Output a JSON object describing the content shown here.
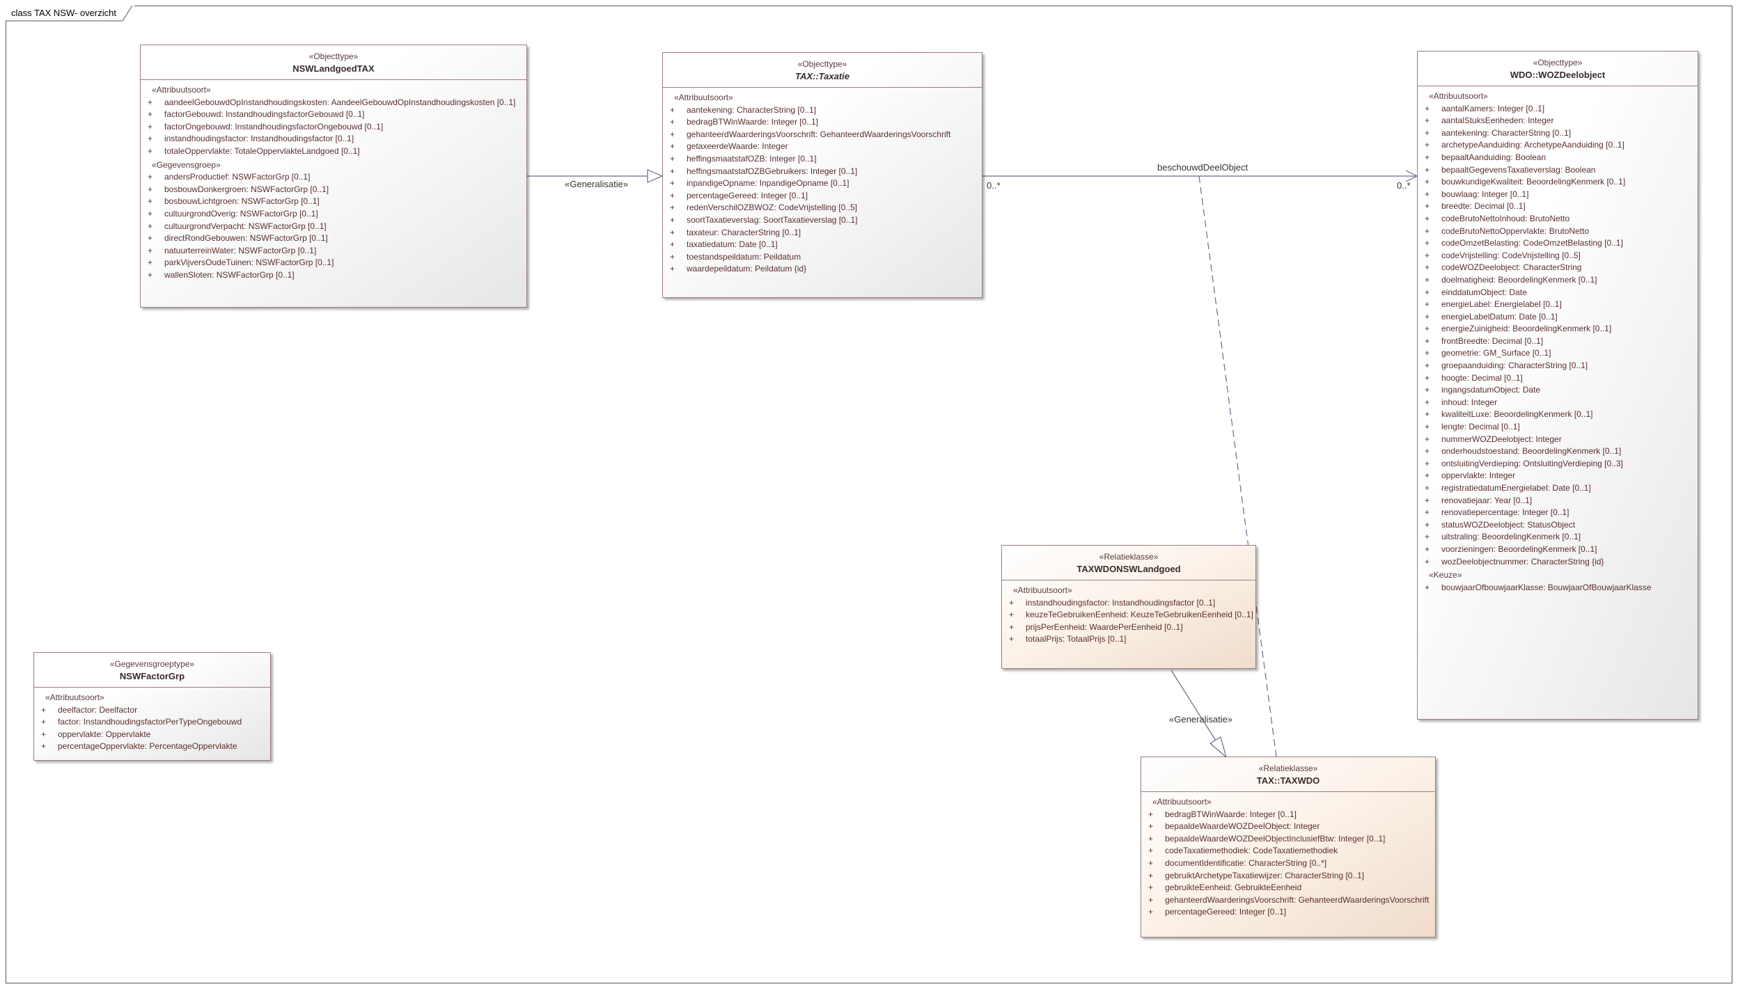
{
  "diagram": {
    "title": "class TAX NSW- overzicht"
  },
  "classes": {
    "nswlandgoedtax": {
      "stereotype": "«Objecttype»",
      "name": "NSWLandgoedTAX",
      "sections": [
        {
          "title": "«Attribuutsoort»",
          "items": [
            "aandeelGebouwdOpInstandhoudingskosten: AandeelGebouwdOpInstandhoudingskosten [0..1]",
            "factorGebouwd: InstandhoudingsfactorGebouwd [0..1]",
            "factorOngebouwd: InstandhoudingsfactorOngebouwd [0..1]",
            "instandhoudingsfactor: Instandhoudingsfactor [0..1]",
            "totaleOppervlakte: TotaleOppervlakteLandgoed [0..1]"
          ]
        },
        {
          "title": "«Gegevensgroep»",
          "items": [
            "andersProductief: NSWFactorGrp [0..1]",
            "bosbouwDonkergroen: NSWFactorGrp [0..1]",
            "bosbouwLichtgroen: NSWFactorGrp [0..1]",
            "cultuurgrondOverig: NSWFactorGrp [0..1]",
            "cultuurgrondVerpacht: NSWFactorGrp [0..1]",
            "directRondGebouwen: NSWFactorGrp [0..1]",
            "natuurterreinWater: NSWFactorGrp [0..1]",
            "parkVijversOudeTuinen: NSWFactorGrp [0..1]",
            "wallenSloten: NSWFactorGrp [0..1]"
          ]
        }
      ]
    },
    "taxatie": {
      "stereotype": "«Objecttype»",
      "name": "TAX::Taxatie",
      "sections": [
        {
          "title": "«Attribuutsoort»",
          "items": [
            "aantekening: CharacterString [0..1]",
            "bedragBTWinWaarde: Integer [0..1]",
            "gehanteerdWaarderingsVoorschrift: GehanteerdWaarderingsVoorschrift",
            "getaxeerdeWaarde: Integer",
            "heffingsmaatstafOZB: Integer [0..1]",
            "heffingsmaatstafOZBGebruikers: Integer [0..1]",
            "inpandigeOpname: InpandigeOpname [0..1]",
            "percentageGereed: Integer [0..1]",
            "redenVerschilOZBWOZ: CodeVrijstelling [0..5]",
            "soortTaxatieverslag: SoortTaxatieverslag [0..1]",
            "taxateur: CharacterString [0..1]",
            "taxatiedatum: Date [0..1]",
            "toestandspeildatum: Peildatum",
            "waardepeildatum: Peildatum {id}"
          ]
        }
      ]
    },
    "wozdeelobject": {
      "stereotype": "«Objecttype»",
      "name": "WDO::WOZDeelobject",
      "sections": [
        {
          "title": "«Attribuutsoort»",
          "items": [
            "aantalKamers: Integer [0..1]",
            "aantalStuksEenheden: Integer",
            "aantekening: CharacterString [0..1]",
            "archetypeAanduiding: ArchetypeAanduiding [0..1]",
            "bepaaltAanduiding: Boolean",
            "bepaaltGegevensTaxatieverslag: Boolean",
            "bouwkundigeKwaliteit: BeoordelingKenmerk [0..1]",
            "bouwlaag: Integer [0..1]",
            "breedte: Decimal [0..1]",
            "codeBrutoNettoInhoud: BrutoNetto",
            "codeBrutoNettoOppervlakte: BrutoNetto",
            "codeOmzetBelasting: CodeOmzetBelasting [0..1]",
            "codeVrijstelling: CodeVrijstelling [0..5]",
            "codeWOZDeelobject: CharacterString",
            "doelmatigheid: BeoordelingKenmerk [0..1]",
            "einddatumObject: Date",
            "energieLabel: Energielabel [0..1]",
            "energieLabelDatum: Date [0..1]",
            "energieZuinigheid: BeoordelingKenmerk [0..1]",
            "frontBreedte: Decimal [0..1]",
            "geometrie: GM_Surface [0..1]",
            "groepaanduiding: CharacterString [0..1]",
            "hoogte: Decimal [0..1]",
            "ingangsdatumObject: Date",
            "inhoud: Integer",
            "kwaliteitLuxe: BeoordelingKenmerk [0..1]",
            "lengte: Decimal [0..1]",
            "nummerWOZDeelobject: Integer",
            "onderhoudstoestand: BeoordelingKenmerk [0..1]",
            "ontsluitingVerdieping: OntsluitingVerdieping [0..3]",
            "oppervlakte: Integer",
            "registratiedatumEnergielabel: Date [0..1]",
            "renovatiejaar: Year [0..1]",
            "renovatiepercentage: Integer [0..1]",
            "statusWOZDeelobject: StatusObject",
            "uitstraling: BeoordelingKenmerk [0..1]",
            "voorzieningen: BeoordelingKenmerk [0..1]",
            "wozDeelobjectnummer: CharacterString {id}"
          ]
        },
        {
          "title": "«Keuze»",
          "items": [
            "bouwjaarOfbouwjaarKlasse: BouwjaarOfBouwjaarKlasse"
          ]
        }
      ]
    },
    "nswfactorgrp": {
      "stereotype": "«Gegevensgroeptype»",
      "name": "NSWFactorGrp",
      "sections": [
        {
          "title": "«Attribuutsoort»",
          "items": [
            "deelfactor: Deelfactor",
            "factor: InstandhoudingsfactorPerTypeOngebouwd",
            "oppervlakte: Oppervlakte",
            "percentageOppervlakte: PercentageOppervlakte"
          ]
        }
      ]
    },
    "taxwdonswlandgoed": {
      "stereotype": "«Relatieklasse»",
      "name": "TAXWDONSWLandgoed",
      "sections": [
        {
          "title": "«Attribuutsoort»",
          "items": [
            "instandhoudingsfactor: Instandhoudingsfactor [0..1]",
            "keuzeTeGebruikenEenheid: KeuzeTeGebruikenEenheid [0..1]",
            "prijsPerEenheid: WaardePerEenheid [0..1]",
            "totaalPrijs: TotaalPrijs [0..1]"
          ]
        }
      ]
    },
    "taxwdo": {
      "stereotype": "«Relatieklasse»",
      "name": "TAX::TAXWDO",
      "sections": [
        {
          "title": "«Attribuutsoort»",
          "items": [
            "bedragBTWinWaarde: Integer [0..1]",
            "bepaaldeWaardeWOZDeelObject: Integer",
            "bepaaldeWaardeWOZDeelObjectInclusiefBtw: Integer [0..1]",
            "codeTaxatiemethodiek: CodeTaxatiemethodiek",
            "documentIdentificatie: CharacterString [0..*]",
            "gebruiktArchetypeTaxatiewijzer: CharacterString [0..1]",
            "gebruikteEenheid: GebruikteEenheid",
            "gehanteerdWaarderingsVoorschrift: GehanteerdWaarderingsVoorschrift",
            "percentageGereed: Integer [0..1]"
          ]
        }
      ]
    }
  },
  "visibility": "+",
  "connectors": {
    "generalisatie_1": "«Generalisatie»",
    "generalisatie_2": "«Generalisatie»",
    "association_role": "beschouwdDeelObject",
    "mult_source": "0..*",
    "mult_target": "0..*"
  }
}
